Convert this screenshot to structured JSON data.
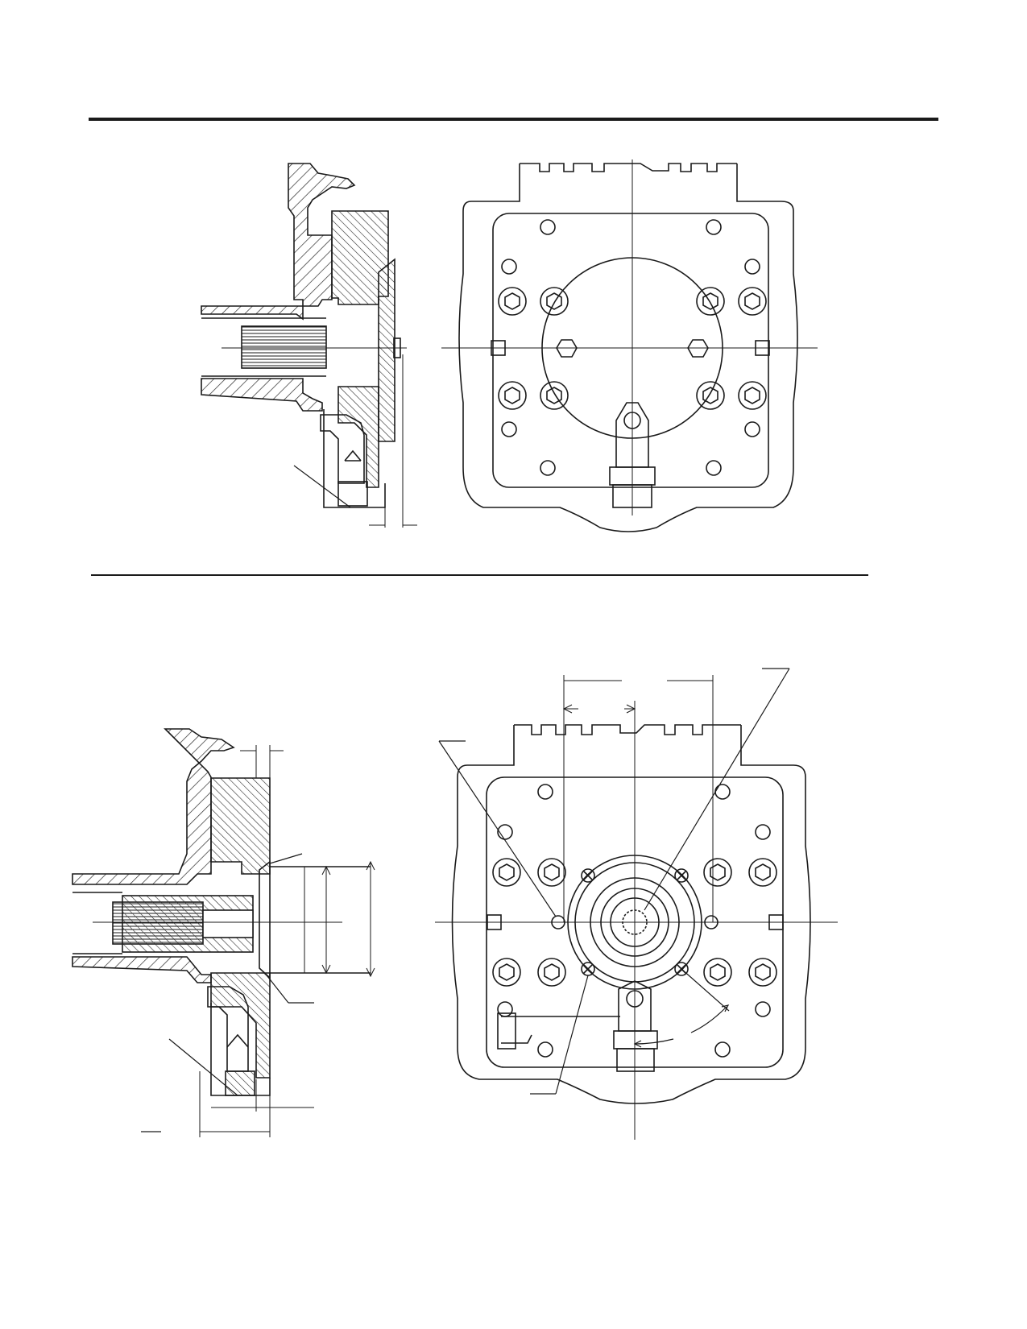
{
  "document": {
    "type": "engineering-drawing-sheet",
    "sheet_rules": 2,
    "figures": [
      {
        "id": "figure-top",
        "views": [
          "side-section",
          "front-view"
        ]
      },
      {
        "id": "figure-bottom",
        "views": [
          "side-section",
          "front-view"
        ]
      }
    ]
  },
  "colors": {
    "ink": "#1a1a1a",
    "paper": "#ffffff",
    "hatch": "#2a2a2a"
  }
}
